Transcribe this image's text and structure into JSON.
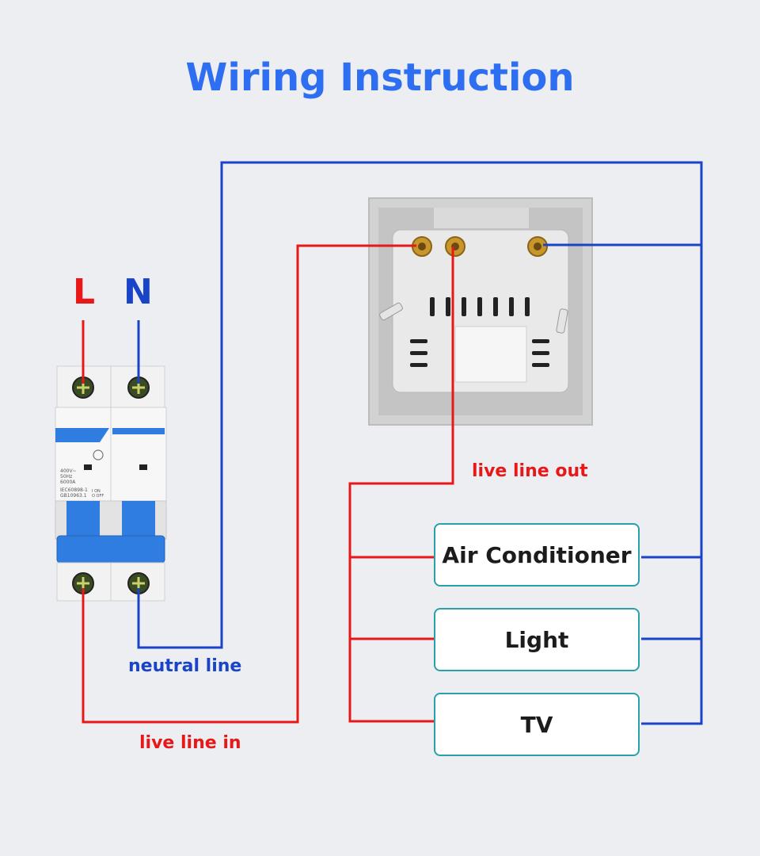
{
  "title": "Wiring Instruction",
  "poles": {
    "live": "L",
    "neutral": "N"
  },
  "labels": {
    "neutral_line": "neutral line",
    "live_line_in": "live line in",
    "live_line_out": "live line out"
  },
  "loads": [
    "Air Conditioner",
    "Light",
    "TV"
  ],
  "breaker_print": {
    "line1": "400V~",
    "line2": "50Hz",
    "line3": "6000A",
    "line4": "IEC60898-1",
    "line5": "GB10963.1",
    "on": "I ON",
    "off": "O OFF"
  },
  "colors": {
    "title": "#2e6ef0",
    "live_wire": "#e81818",
    "neutral_wire": "#1a44c8",
    "load_border": "#2aa0a8",
    "breaker_blue": "#2f7de0"
  }
}
